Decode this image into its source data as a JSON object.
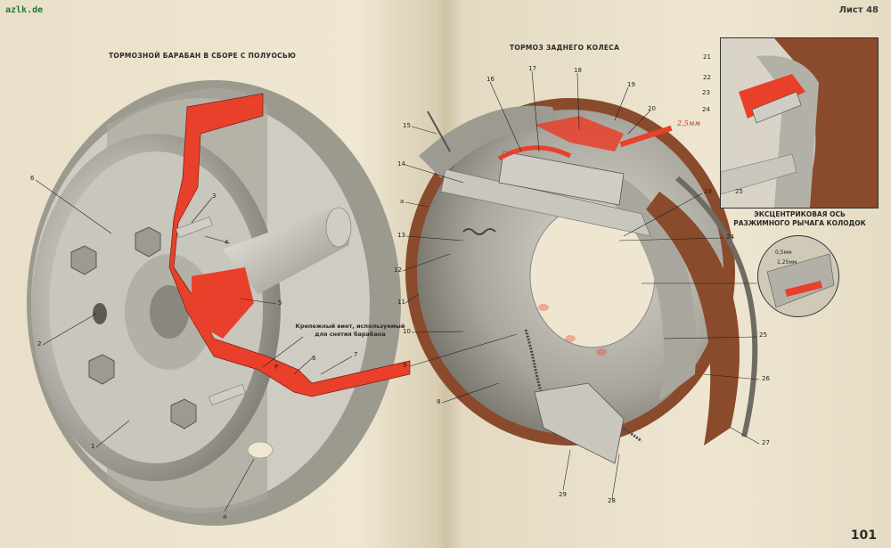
{
  "watermark": "azlk.de",
  "sheet_label": "Лист 48",
  "page_number": "101",
  "left_title": "ТОРМОЗНОЙ БАРАБАН В СБОРЕ С ПОЛУОСЬЮ",
  "right_title": "ТОРМОЗ ЗАДНЕГО КОЛЕСА",
  "inset_caption_line1": "ЭКСЦЕНТРИКОВАЯ ОСЬ",
  "inset_caption_line2": "РАЗЖИМНОГО РЫЧАГА КОЛОДОК",
  "screw_note_line1": "Крепежный винт, используемый",
  "screw_note_line2": "для снятия барабана",
  "handwritten_dim": "2,5мм",
  "dim_a": "0,5мм",
  "dim_b": "1,25мм",
  "left_labels": {
    "l1": "1",
    "l2": "2",
    "l3": "3",
    "l4": "4",
    "l5": "5",
    "l6a": "6",
    "l6b": "6",
    "l7": "7",
    "la": "а",
    "lp": "Р"
  },
  "right_labels": {
    "r8": "8",
    "r9": "9",
    "r10": "10",
    "r11": "11",
    "r12": "12",
    "r13": "13",
    "r14": "14",
    "r15": "15",
    "r16": "16",
    "r17": "17",
    "r18": "18",
    "r19": "19",
    "r20": "20",
    "r21": "21",
    "r22": "22",
    "r23a": "23",
    "r23b": "23",
    "r24a": "24",
    "r24b": "24",
    "r25a": "25",
    "r25b": "25",
    "r26": "26",
    "r27": "27",
    "r28": "28",
    "r29": "29",
    "ra": "а"
  },
  "colors": {
    "paper": "#eee6d1",
    "metal": "#b9b6ad",
    "red": "#e8402a",
    "lining": "#8a4a2c"
  }
}
